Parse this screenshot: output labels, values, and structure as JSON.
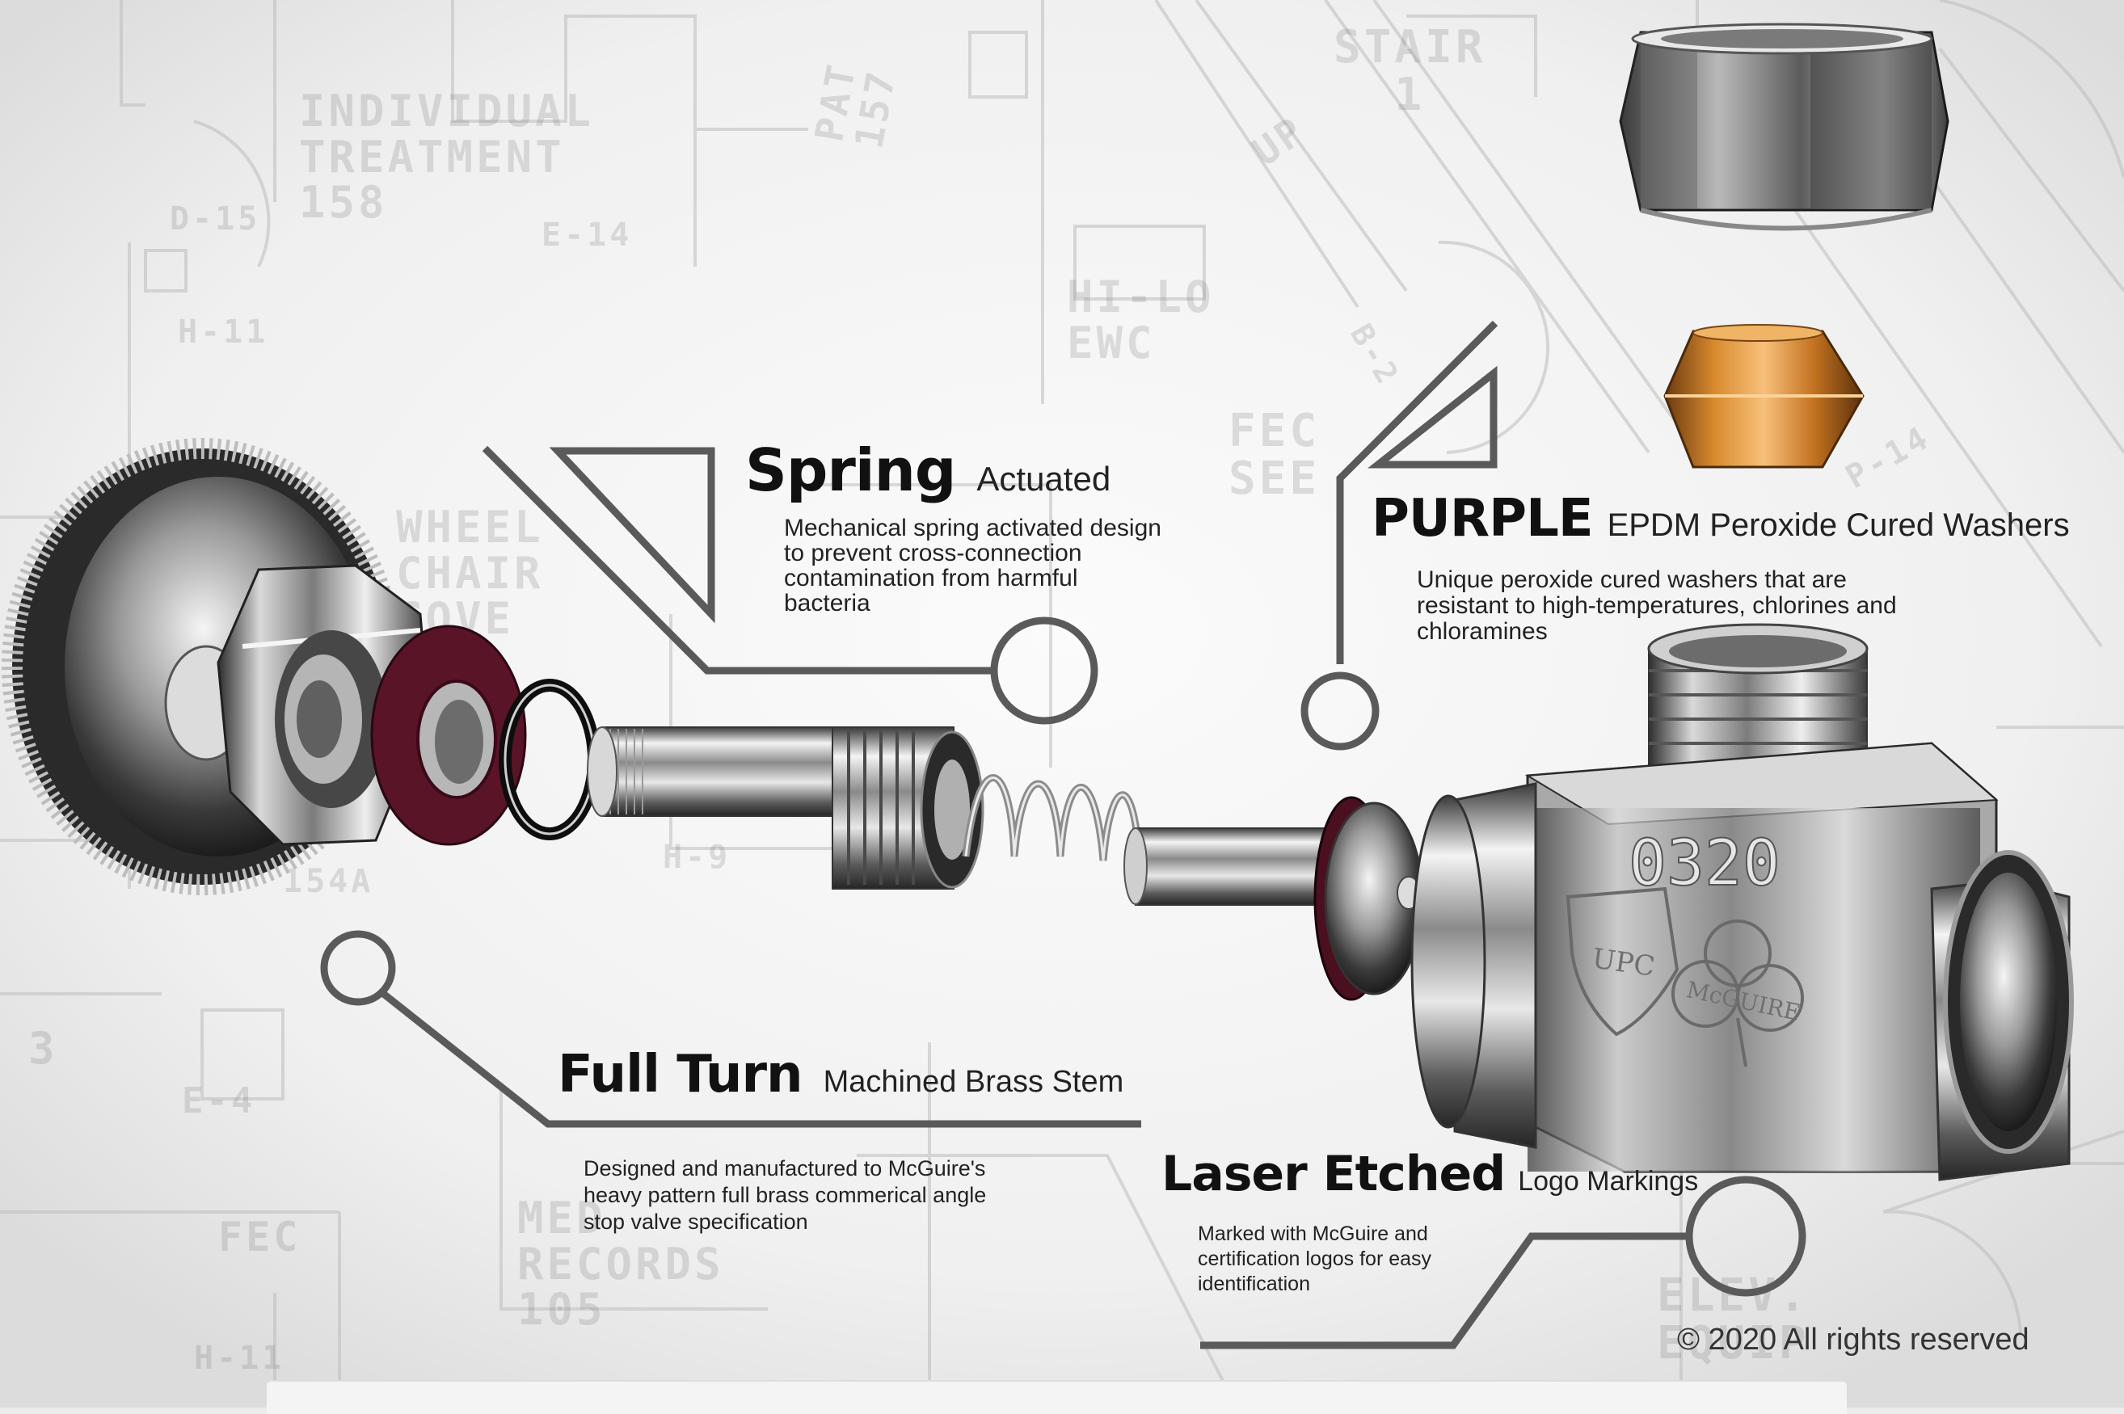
{
  "blueprint_labels": {
    "individual_treatment": "INDIVIDUAL\nTREATMENT\n158",
    "stair": "STAIR\n1",
    "up": "UP",
    "pat": "PAT\n157",
    "hi_lo_ewc": "HI-LO\nEWC",
    "fec_see": "FEC\nSEE",
    "wheel_chair": "WHEEL\nCHAIR\nCOVE",
    "d15": "D-15",
    "e14": "E-14",
    "h11_top": "H-11",
    "h9": "H-9",
    "a154": "154A",
    "b2": "B-2",
    "p14": "P-14",
    "e4": "E-4",
    "fec_bottom": "FEC",
    "med_records": "MED\nRECORDS\n105",
    "elev_equip": "ELEV.\nEQUIP",
    "h11_bottom": "H-11",
    "num3": "3"
  },
  "callouts": {
    "spring": {
      "title": "Spring",
      "subtitle": "Actuated",
      "description": "Mechanical spring activated design\nto prevent cross-connection\ncontamination from harmful\nbacteria"
    },
    "purple": {
      "title": "PURPLE",
      "subtitle": "EPDM Peroxide Cured Washers",
      "description": "Unique peroxide cured washers that are\nresistant to high-temperatures, chlorines and\nchloramines"
    },
    "full_turn": {
      "title": "Full Turn",
      "subtitle": "Machined Brass Stem",
      "description": "Designed and manufactured to McGuire's\nheavy pattern full brass commerical angle\nstop valve specification"
    },
    "laser": {
      "title": "Laser Etched",
      "subtitle": "Logo Markings",
      "description": "Marked with McGuire and\ncertification logos for easy\nidentification"
    }
  },
  "valve_markings": {
    "number": "0320",
    "cert_logo": "UPC",
    "brand_logo": "McGUIRE"
  },
  "footer": {
    "copyright": "© 2020 All rights reserved"
  }
}
